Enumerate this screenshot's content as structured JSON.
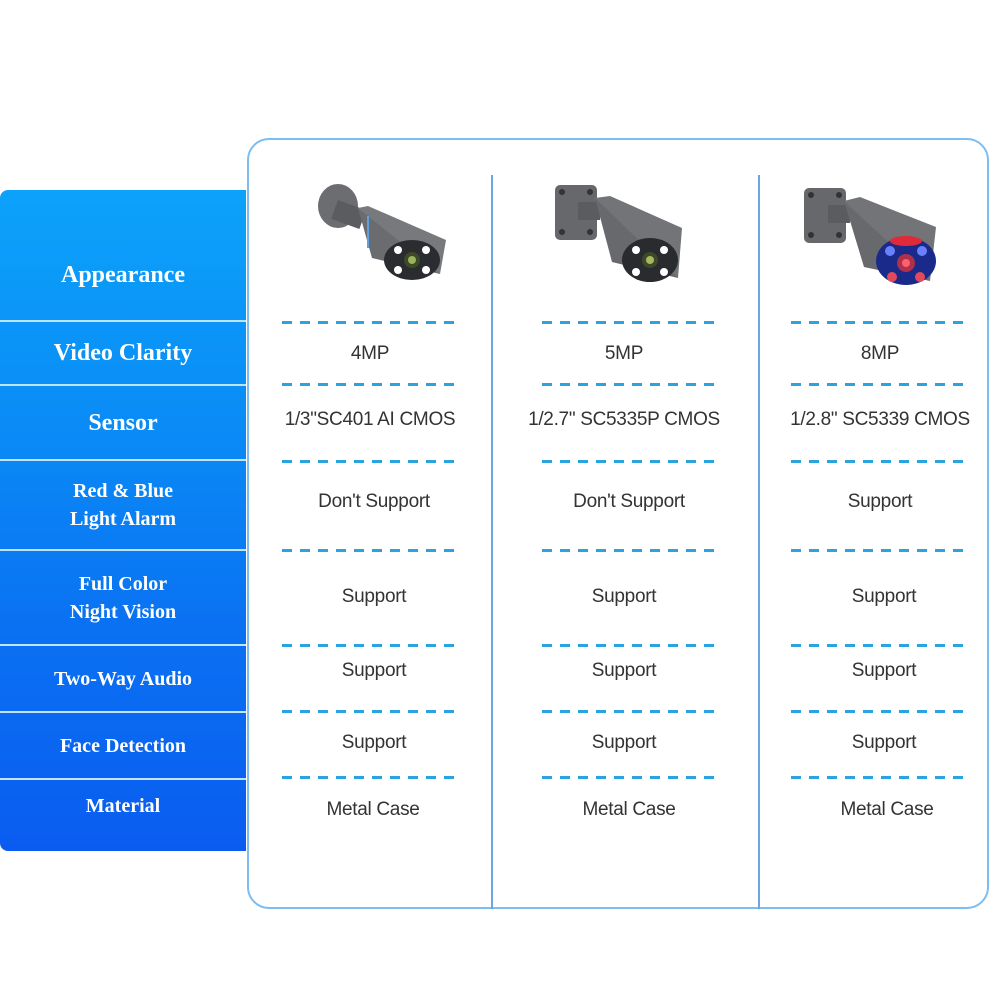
{
  "row_labels": {
    "appearance": "Appearance",
    "video_clarity": "Video Clarity",
    "sensor": "Sensor",
    "red_blue_1": "Red & Blue",
    "red_blue_2": "Light Alarm",
    "full_color_1": "Full Color",
    "full_color_2": "Night Vision",
    "two_way_audio": "Two-Way Audio",
    "face_detection": "Face Detection",
    "material": "Material"
  },
  "products": [
    {
      "image": "camera-4mp-icon",
      "video_clarity": "4MP",
      "sensor": "1/3\"SC401 AI CMOS",
      "red_blue_light_alarm": "Don't Support",
      "full_color_night_vision": "Support",
      "two_way_audio": "Support",
      "face_detection": "Support",
      "material": "Metal Case"
    },
    {
      "image": "camera-5mp-icon",
      "video_clarity": "5MP",
      "sensor": "1/2.7\" SC5335P CMOS",
      "red_blue_light_alarm": "Don't Support",
      "full_color_night_vision": "Support",
      "two_way_audio": "Support",
      "face_detection": "Support",
      "material": "Metal Case"
    },
    {
      "image": "camera-8mp-icon",
      "video_clarity": "8MP",
      "sensor": "1/2.8\" SC5339 CMOS",
      "red_blue_light_alarm": "Support",
      "full_color_night_vision": "Support",
      "two_way_audio": "Support",
      "face_detection": "Support",
      "material": "Metal Case"
    }
  ],
  "colors": {
    "panel_top": "#0ca2fa",
    "panel_bottom": "#0a5cf0",
    "card_border": "#7cbdf2",
    "dash": "#2aa3e0",
    "text": "#333333"
  }
}
